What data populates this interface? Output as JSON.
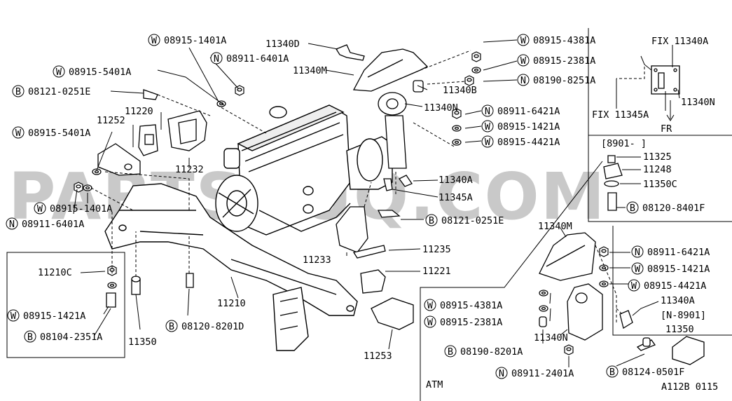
{
  "watermark": "PARTSOUQ.COM",
  "figure_code": "A112B 0115",
  "prefix": {
    "W": "W",
    "N": "N",
    "B": "B"
  },
  "callouts": {
    "w_08915_1401A_top": "08915-1401A",
    "n_08911_6401A_top": "08911-6401A",
    "p_11340D": "11340D",
    "p_11340M_top": "11340M",
    "w_08915_5401A_top": "08915-5401A",
    "b_08121_0251E_top": "08121-0251E",
    "p_11220": "11220",
    "p_11252": "11252",
    "w_08915_5401A_mid": "08915-5401A",
    "p_11232": "11232",
    "n_08911_6401A_left": "08911-6401A",
    "w_08915_1401A_left": "08915-1401A",
    "w_08915_4381A_top": "08915-4381A",
    "w_08915_2381A_top": "08915-2381A",
    "n_08190_8251A": "08190-8251A",
    "p_11340B": "11340B",
    "p_11340N_top": "11340N",
    "n_08911_6421A_top": "08911-6421A",
    "w_08915_1421A_top": "08915-1421A",
    "w_08915_4421A_top": "08915-4421A",
    "p_11340A_top": "11340A",
    "p_11345A": "11345A",
    "b_08121_0251E_mid": "08121-0251E",
    "p_11233": "11233",
    "p_11235": "11235",
    "p_11221": "11221",
    "p_11210C": "11210C",
    "w_08915_1421A_box": "08915-1421A",
    "b_08104_2351A": "08104-2351A",
    "p_11350_left": "11350",
    "p_11210": "11210",
    "b_08120_8201D": "08120-8201D",
    "p_11253": "11253"
  },
  "fix_box": {
    "fix_11340A": "FIX 11340A",
    "p_11340N": "11340N",
    "fix_11345A": "FIX 11345A",
    "fr": "FR"
  },
  "date_box": {
    "code": "[8901-  ]",
    "p_11325": "11325",
    "p_11248": "11248",
    "p_11350C": "11350C",
    "b_08120_8401F": "08120-8401F"
  },
  "atm": {
    "label": "ATM",
    "p_11340M": "11340M",
    "n_08911_6421A": "08911-6421A",
    "w_08915_1421A": "08915-1421A",
    "w_08915_4421A": "08915-4421A",
    "w_08915_4381A": "08915-4381A",
    "w_08915_2381A": "08915-2381A",
    "p_11340A": "11340A",
    "n_code": "[N-8901]",
    "p_11350": "11350",
    "b_08190_8201A": "08190-8201A",
    "p_11340N": "11340N",
    "n_08911_2401A": "08911-2401A",
    "b_08124_0501F": "08124-0501F"
  }
}
